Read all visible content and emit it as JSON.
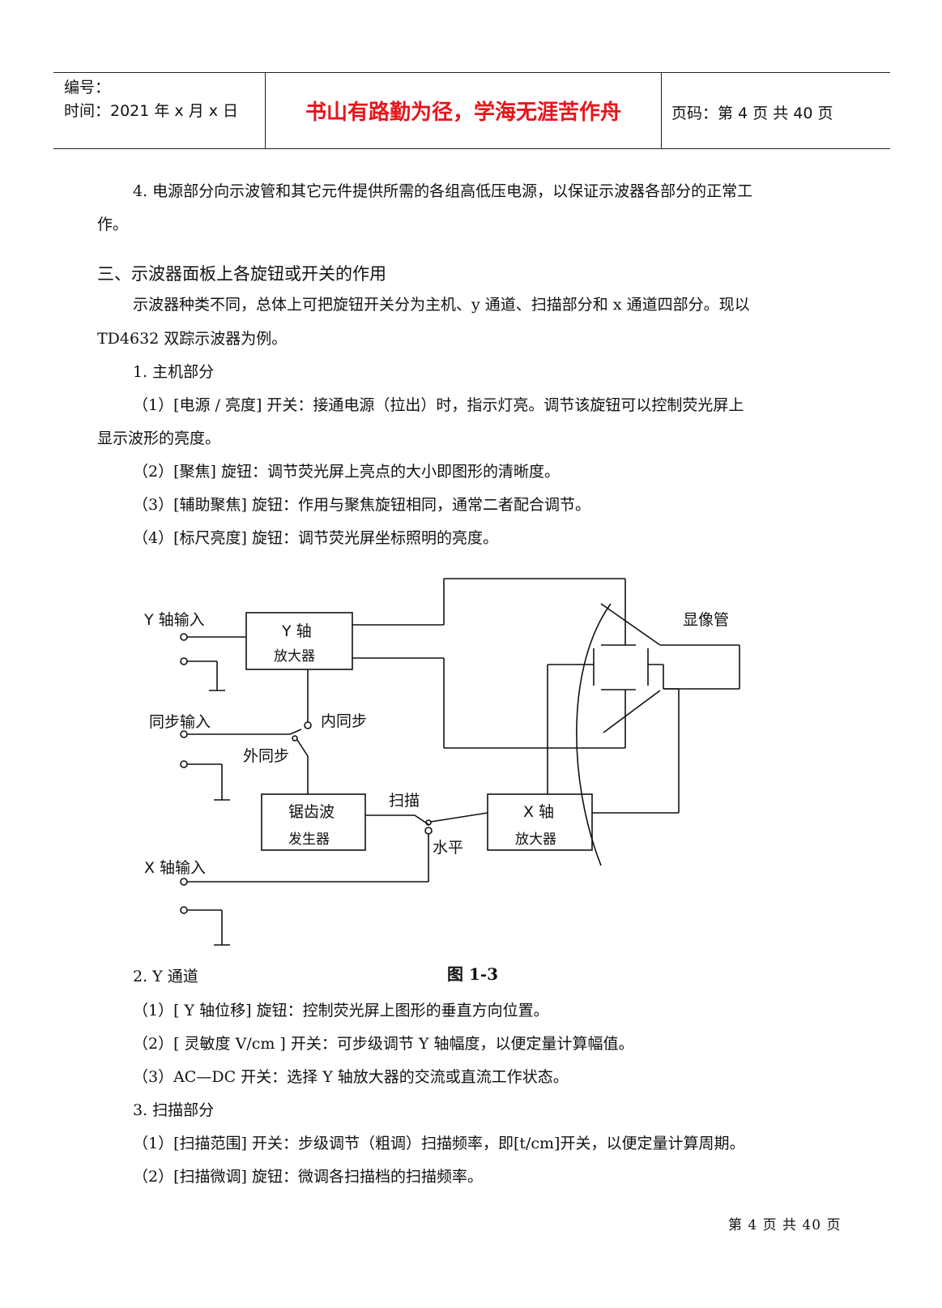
{
  "header": {
    "number_label": "编号：",
    "time_label": "时间：2021 年 x 月 x 日",
    "motto": "书山有路勤为径，学海无涯苦作舟",
    "page_label": "页码：第 4 页  共 40 页"
  },
  "body": {
    "p1_line1": "4.  电源部分向示波管和其它元件提供所需的各组高低压电源，以保证示波器各部分的正常工",
    "p1_line2": "作。",
    "section_heading": "三、示波器面板上各旋钮或开关的作用",
    "p2_line1": "示波器种类不同，总体上可把旋钮开关分为主机、y 通道、扫描部分和 x 通道四部分。现以",
    "p2_line2": "TD4632 双踪示波器为例。",
    "sub1": "1.  主机部分",
    "item1_1_line1": "（1）[电源 / 亮度] 开关：接通电源（拉出）时，指示灯亮。调节该旋钮可以控制荧光屏上",
    "item1_1_line2": "显示波形的亮度。",
    "item1_2": "（2）[聚焦] 旋钮：调节荧光屏上亮点的大小即图形的清晰度。",
    "item1_3": "（3）[辅助聚焦] 旋钮：作用与聚焦旋钮相同，通常二者配合调节。",
    "item1_4": "（4）[标尺亮度] 旋钮：调节荧光屏坐标照明的亮度。",
    "sub2": "2.  Y 通道",
    "item2_1": "（1）[ Y 轴位移] 旋钮：控制荧光屏上图形的垂直方向位置。",
    "item2_2": "（2）[  灵敏度  V/cm ]  开关：可步级调节 Y  轴幅度，以便定量计算幅值。",
    "item2_3": "（3）AC—DC 开关：选择 Y  轴放大器的交流或直流工作状态。",
    "sub3": "3.  扫描部分",
    "item3_1": "（1）[扫描范围] 开关：步级调节（粗调）扫描频率，即[t/cm]开关，以便定量计算周期。",
    "item3_2": "（2）[扫描微调] 旋钮：微调各扫描档的扫描频率。"
  },
  "figure": {
    "caption": "图 1-3",
    "labels": {
      "y_input": "Y 轴输入",
      "y_amp_line1": "Y 轴",
      "y_amp_line2": "放大器",
      "sync_input": "同步输入",
      "int_sync": "内同步",
      "ext_sync": "外同步",
      "crt": "显像管",
      "saw_line1": "锯齿波",
      "saw_line2": "发生器",
      "sweep": "扫描",
      "horizontal": "水平",
      "x_amp_line1": "X 轴",
      "x_amp_line2": "放大器",
      "x_input": "X 轴输入"
    }
  },
  "footer": {
    "page_text": "第 4 页 共 40 页"
  }
}
